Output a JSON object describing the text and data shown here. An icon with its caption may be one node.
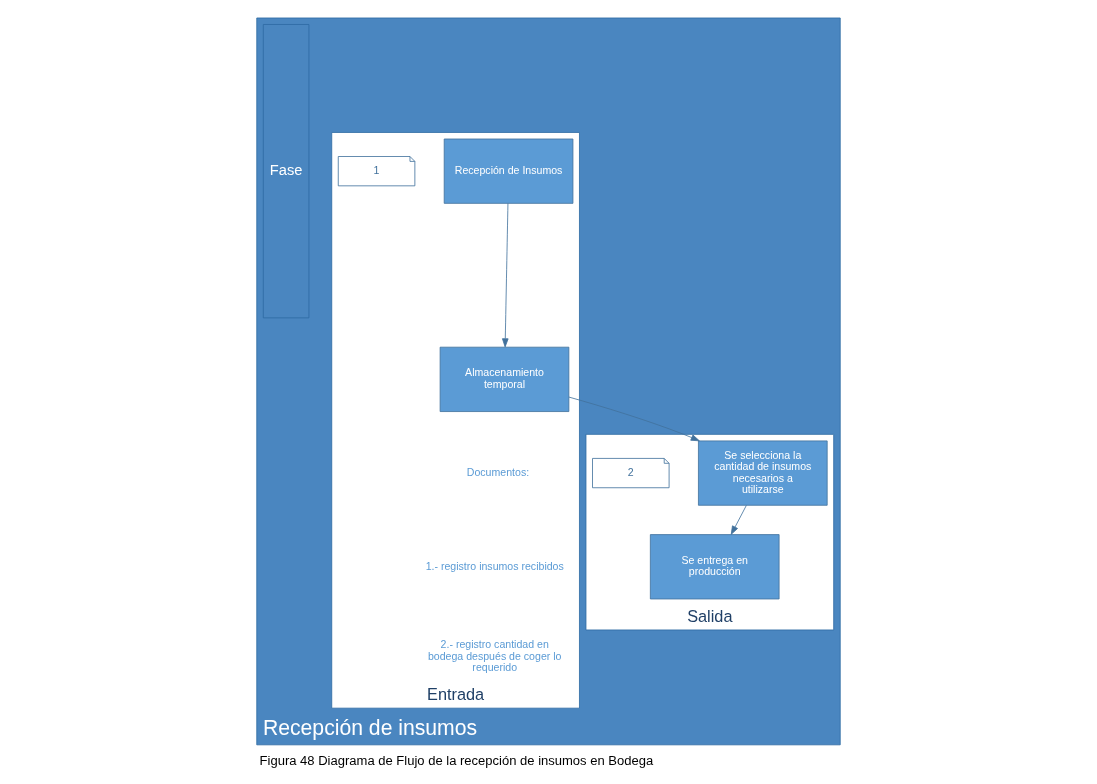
{
  "diagram": {
    "caption": "Figura 48 Diagrama de Flujo de la recepción de insumos en Bodega",
    "nodes": [
      {
        "text": [
          "Recepción de insumos"
        ]
      },
      {
        "text": [
          "Entrada"
        ],
        "in": 0
      },
      {
        "text": [
          "Salida"
        ],
        "in": 0
      },
      {
        "text": [
          "Recepción de Insumos"
        ],
        "in": 1
      },
      {
        "text": [
          "1"
        ],
        "in": 1
      },
      {
        "text": [
          "Almacenamiento temporal"
        ],
        "in": 1
      },
      {
        "text": [
          "Se selecciona la cantidad de insumos necesarios a utilizarse"
        ],
        "in": 2
      },
      {
        "text": [
          "2"
        ],
        "in": 2
      },
      {
        "text": [
          "Se entrega en producción"
        ],
        "in": 2
      },
      {
        "text": [
          "Fase"
        ],
        "in": 0
      }
    ],
    "edges": [
      {
        "from": 3,
        "to": 5,
        "arrow": "to"
      },
      {
        "from": 5,
        "to": 6,
        "arrow": "to"
      },
      {
        "from": 6,
        "to": 8,
        "arrow": "to"
      }
    ],
    "labels": [
      "Documentos:",
      "1.- registro insumos recibidos",
      "2.- registro cantidad en bodega después de coger lo requerido"
    ]
  }
}
